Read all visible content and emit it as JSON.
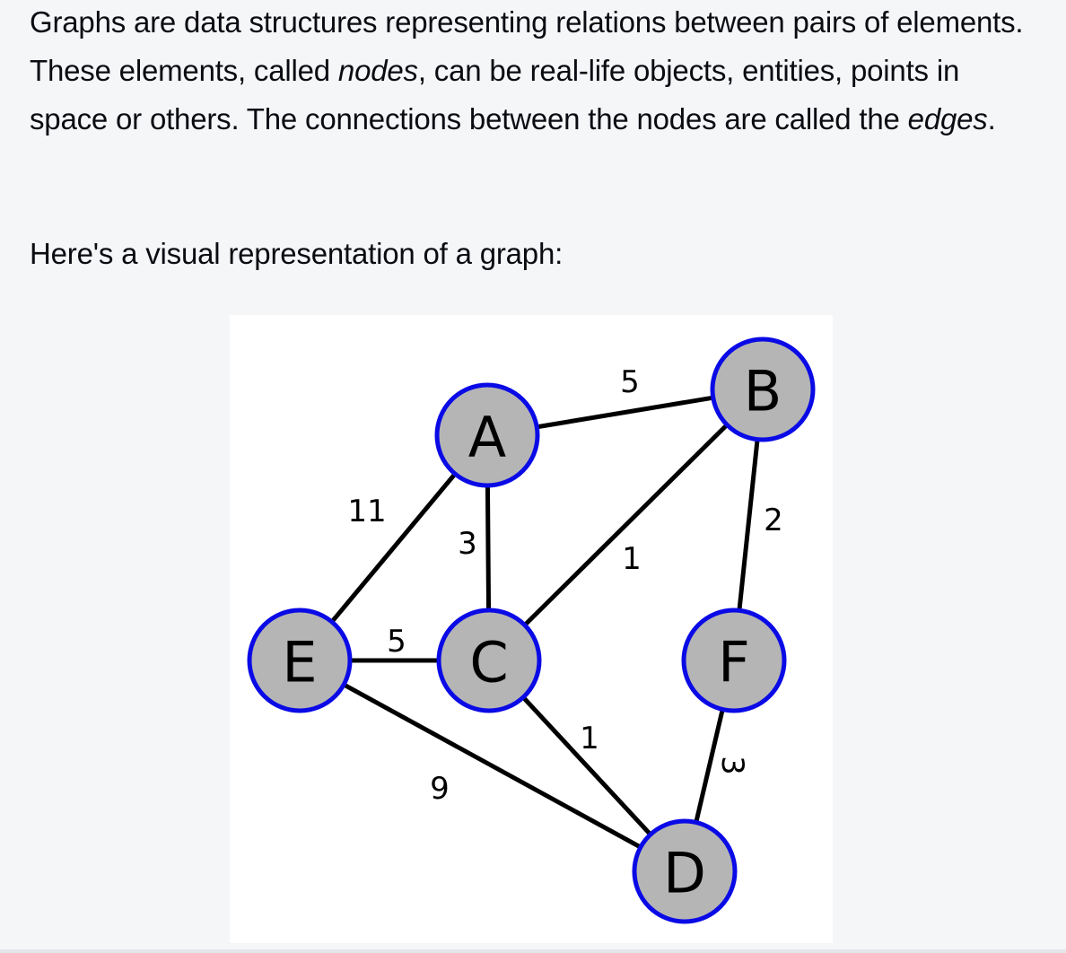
{
  "intro": {
    "part1": "Graphs are data structures representing relations between pairs of elements. These elements, called ",
    "term_nodes": "nodes",
    "part2": ", can be real-life objects, entities, points in space or others. The connections between the nodes are called the ",
    "term_edges": "edges",
    "part3": "."
  },
  "visual_intro": "Here's a visual representation of a graph:",
  "graph": {
    "nodes": [
      {
        "id": "A",
        "label": "A"
      },
      {
        "id": "B",
        "label": "B"
      },
      {
        "id": "C",
        "label": "C"
      },
      {
        "id": "D",
        "label": "D"
      },
      {
        "id": "E",
        "label": "E"
      },
      {
        "id": "F",
        "label": "F"
      }
    ],
    "edges": [
      {
        "from": "A",
        "to": "B",
        "weight": "5"
      },
      {
        "from": "A",
        "to": "E",
        "weight": "11"
      },
      {
        "from": "A",
        "to": "C",
        "weight": "3"
      },
      {
        "from": "B",
        "to": "C",
        "weight": "1"
      },
      {
        "from": "B",
        "to": "F",
        "weight": "2"
      },
      {
        "from": "E",
        "to": "C",
        "weight": "5"
      },
      {
        "from": "E",
        "to": "D",
        "weight": "9"
      },
      {
        "from": "C",
        "to": "D",
        "weight": "1"
      },
      {
        "from": "F",
        "to": "D",
        "weight": "3"
      }
    ],
    "colors": {
      "node_fill": "#b5b5b5",
      "node_border": "#0a0ae6",
      "edge": "#000000",
      "panel_background": "#ffffff"
    }
  }
}
